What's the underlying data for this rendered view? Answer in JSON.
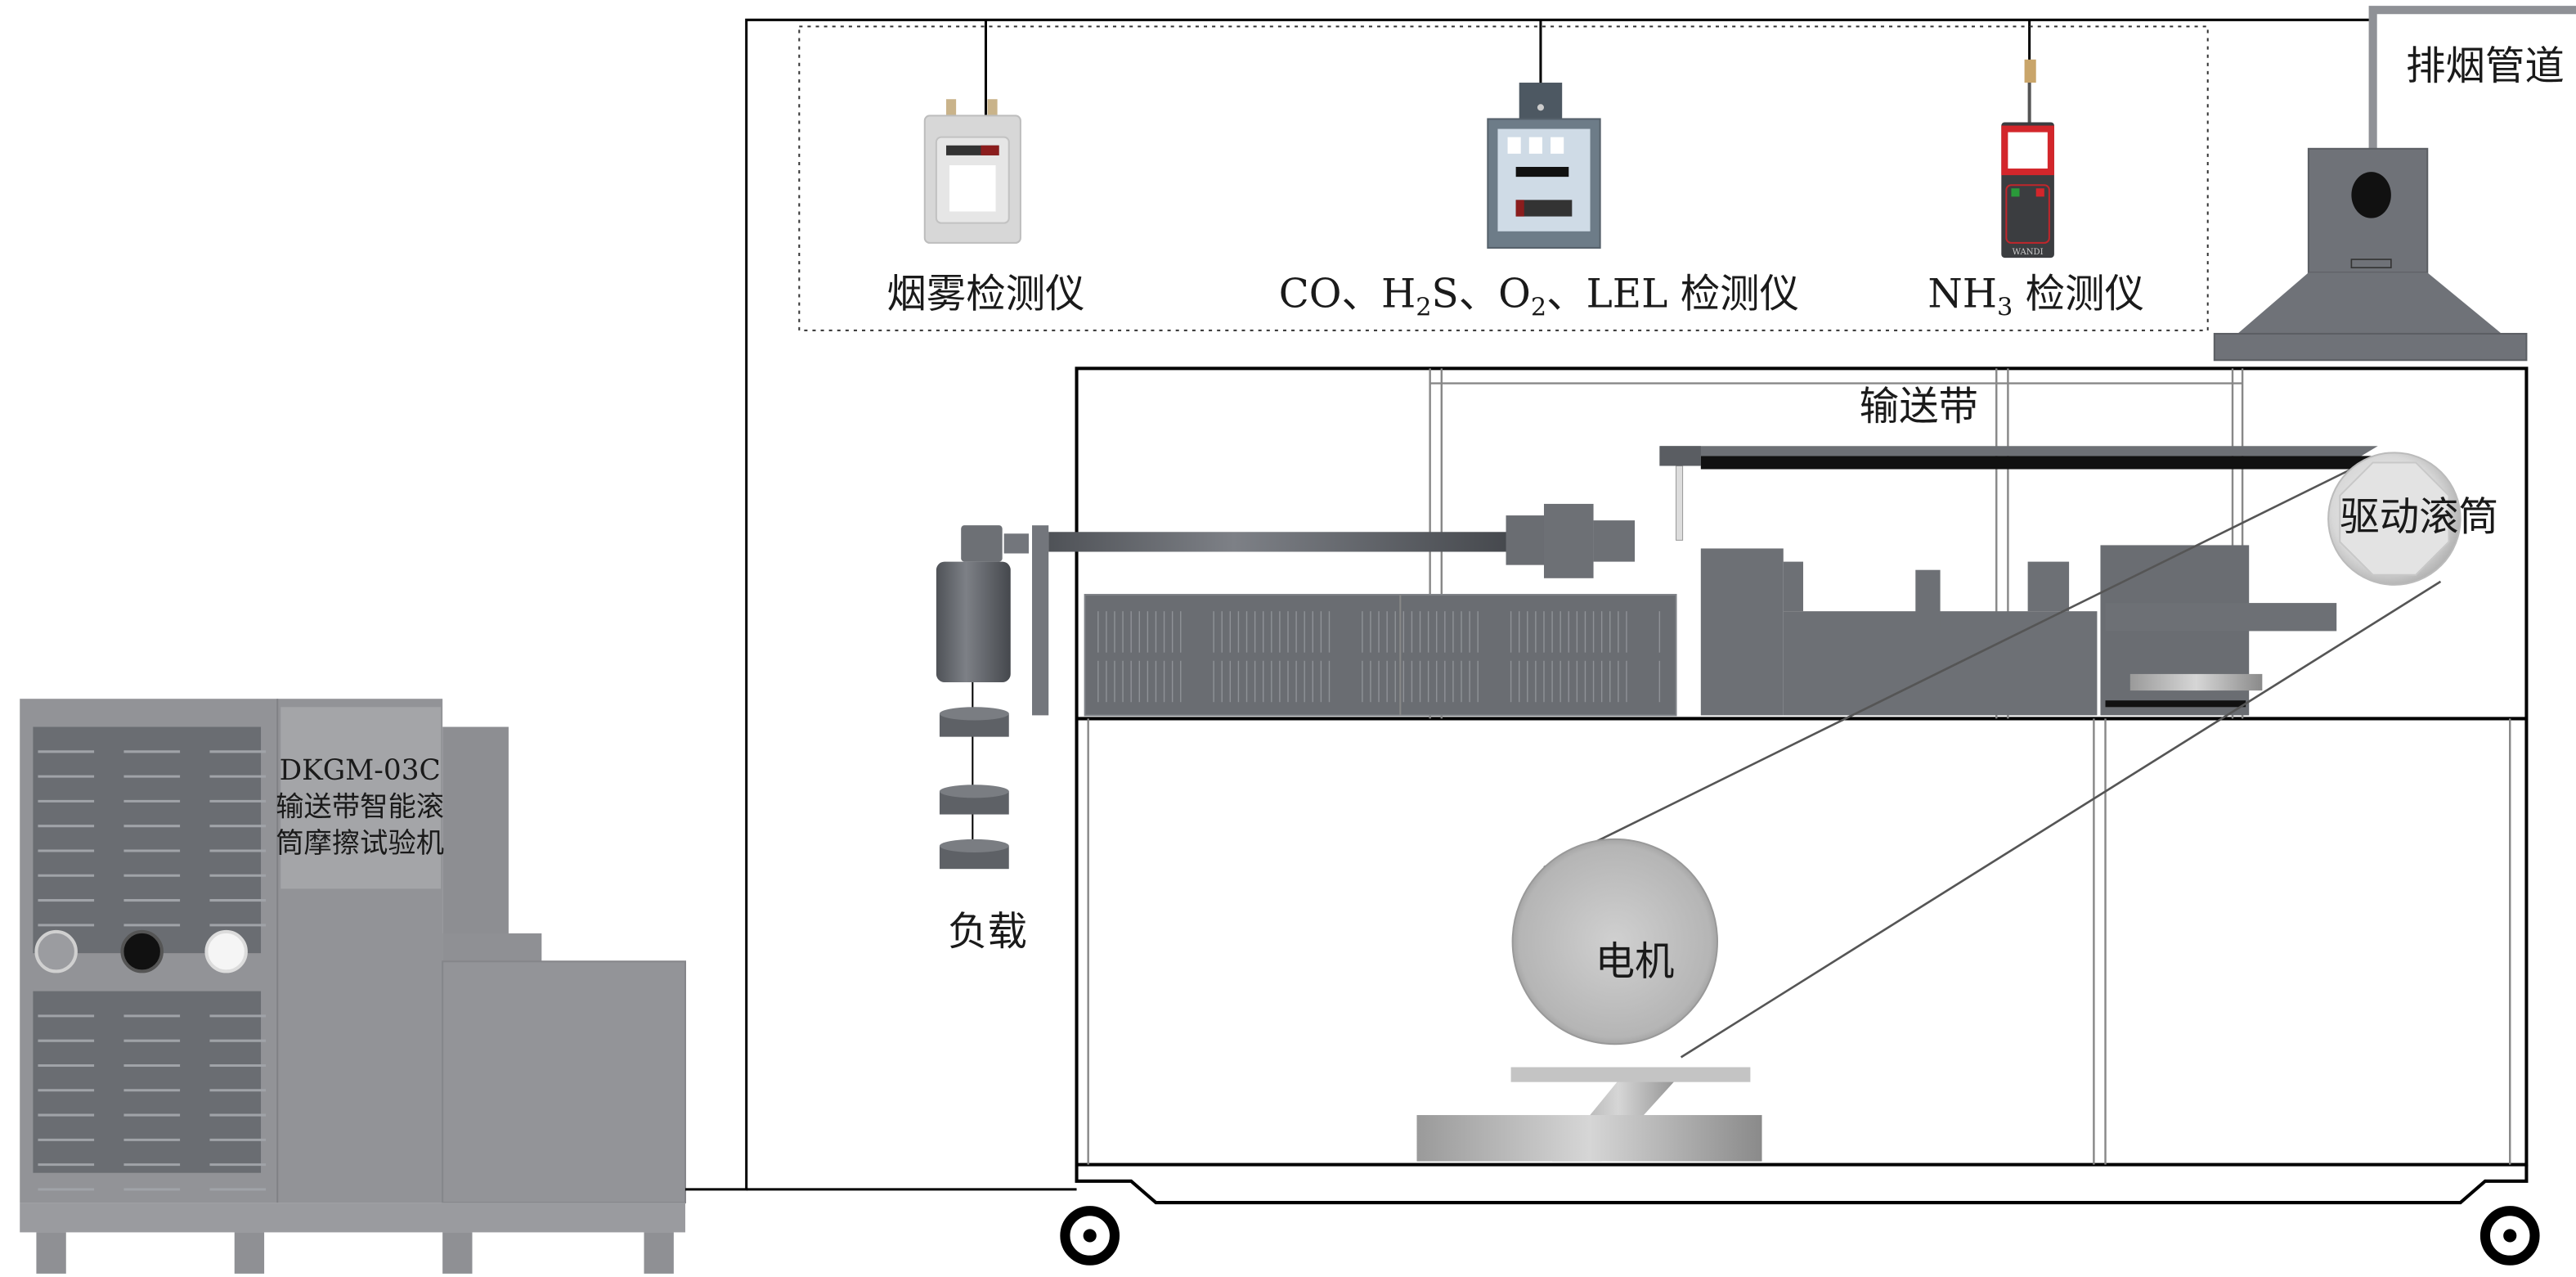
{
  "labels": {
    "smoke_detector": "烟雾检测仪",
    "gas_detector": [
      "CO、H",
      "2",
      "S、O",
      "2",
      "、LEL 检测仪"
    ],
    "nh3_detector": [
      "NH",
      "3",
      " 检测仪"
    ],
    "exhaust_duct": "排烟管道",
    "conveyor_belt": "输送带",
    "drive_drum": "驱动滚筒",
    "load": "负载",
    "motor": "电机",
    "machine": {
      "model": "DKGM-03C",
      "name_line1": "输送带智能滚",
      "name_line2": "筒摩擦试验机"
    },
    "nh3_brand": "WANDI"
  },
  "colors": {
    "machine_gray": "#929397",
    "panel_dark": "#6a6d72",
    "equipment_gray": "#6d7075",
    "line": "#000000"
  }
}
